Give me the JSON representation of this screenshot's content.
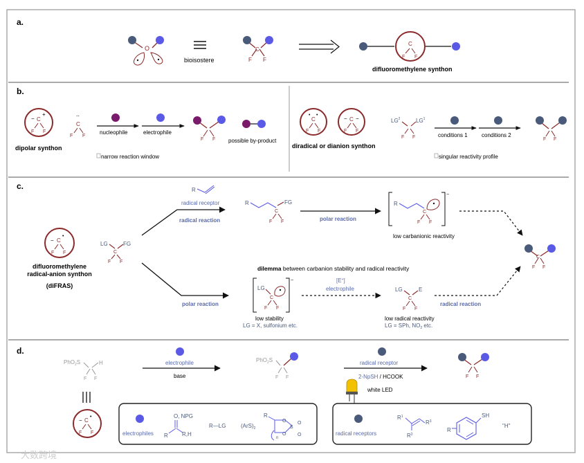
{
  "colors": {
    "bond": "#8b2a2a",
    "slate": "#4a5a7a",
    "blue": "#5a5ae6",
    "purple": "#7a1a6a",
    "label": "#5a6aa8",
    "gray": "#999999",
    "frame": "#aaaaaa"
  },
  "panel_a": {
    "tag": "a.",
    "bioisostere": "bioisostere",
    "synthon_label": "difluoromethylene synthon",
    "atom_o": "O",
    "atom_c": "C",
    "atom_f": "F"
  },
  "panel_b": {
    "tag": "b.",
    "dipolar": "dipolar synthon",
    "nucleophile": "nucleophile",
    "electrophile": "electrophile",
    "byproduct": "possible by-product",
    "narrow": "narrow reaction window",
    "diradical": "diradical or dianion synthon",
    "conditions1": "conditions 1",
    "conditions2": "conditions 2",
    "lg2": "LG",
    "lg2_sup": "2",
    "lg1": "LG",
    "lg1_sup": "1",
    "singular": "singular reactivity profile",
    "c_dots": "..",
    "plus": "+",
    "minus": "−"
  },
  "panel_c": {
    "tag": "c.",
    "difras_l1": "difluoromethylene",
    "difras_l2": "radical-anion synthon",
    "difras_l3": "(diFRAS)",
    "lg": "LG",
    "fg": "FG",
    "r": "R",
    "radical_receptor": "radical receptor",
    "radical_reaction_top": "radical reaction",
    "polar_reaction_top": "polar reaction",
    "low_carbanionic": "low carbanionic reactivity",
    "dilemma_bold": "dilemma",
    "dilemma_rest": " between carbanion stability and radical reactivity",
    "polar_reaction_bottom": "polar reaction",
    "e_plus": "[E",
    "e_plus_sup": "+",
    "e_plus_close": "]",
    "electrophile": "electrophile",
    "radical_reaction_bottom": "radical reaction",
    "low_stability": "low stability",
    "lg_left": "LG = X, sulfonium etc.",
    "low_radical": "low radical reactivity",
    "lg_right_a": "LG = SPh, NO",
    "lg_right_sub": "2",
    "lg_right_b": " etc.",
    "e": "E"
  },
  "panel_d": {
    "tag": "d.",
    "phso2": "PhO",
    "phso2_sub": "2",
    "phso2_s": "S",
    "h": "H",
    "electrophile": "electrophile",
    "base": "base",
    "radical_receptor": "radical receptor",
    "reagents_a": "2-NpSH",
    "reagents_b": " / HCOOK",
    "white_led": "white LED",
    "electrophiles": "electrophiles",
    "o_npg": "O, NPG",
    "r_h": "R,H",
    "r": "R",
    "r_lg": "R—LG",
    "ars2": "(ArS)",
    "ars2_sub": "2",
    "n": "n",
    "radical_receptors": "radical receptors",
    "r1": "R",
    "r1_sup": "1",
    "r2": "R",
    "r2_sup": "2",
    "r3": "R",
    "r3_sup": "3",
    "sh": "SH",
    "h_quote": "\"H\"",
    "o": "O",
    "s": "S"
  },
  "watermark": "大数跨境"
}
